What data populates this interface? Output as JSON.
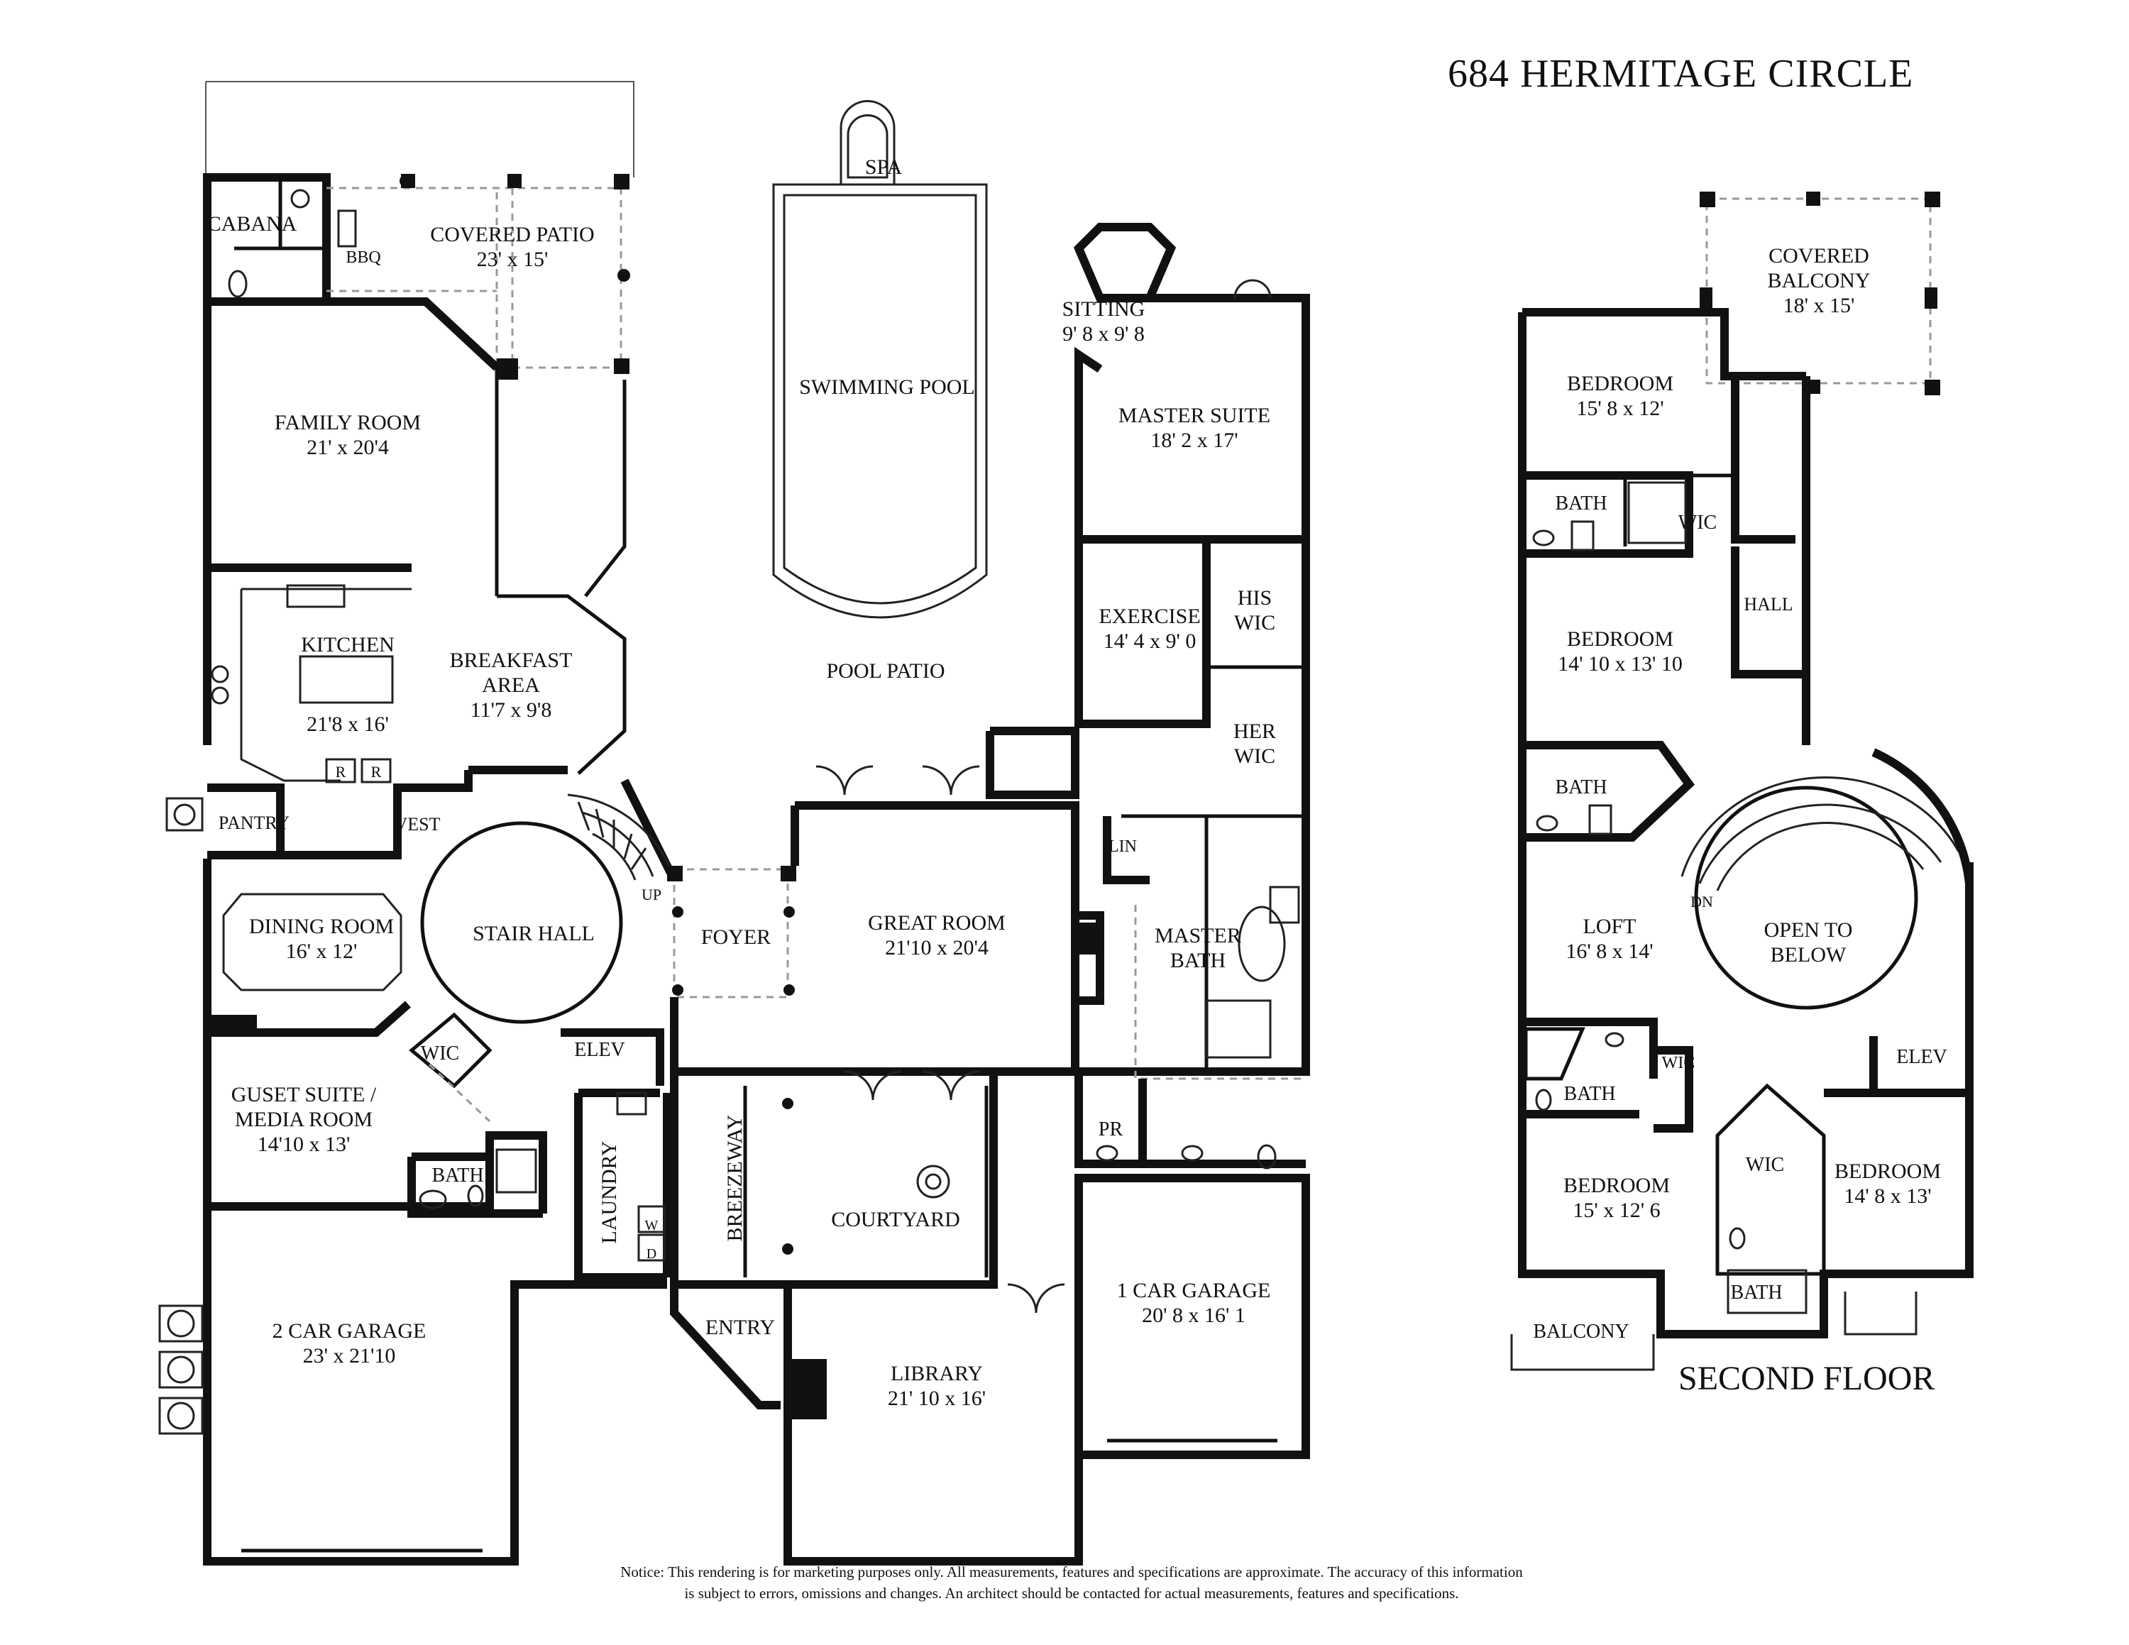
{
  "title": "684 HERMITAGE CIRCLE",
  "second_floor_title": "SECOND FLOOR",
  "notice": {
    "line1": "Notice: This rendering is for marketing purposes only. All measurements, features and specifications are approximate. The accuracy of this information",
    "line2": "is subject to errors, omissions and changes. An architect should be contacted for actual measurements, features and specifications."
  },
  "first_floor": {
    "cabana": "CABANA",
    "bbq": "BBQ",
    "covered_patio": {
      "name": "COVERED PATIO",
      "size": "23' x 15'"
    },
    "spa": "SPA",
    "swimming_pool": "SWIMMING POOL",
    "pool_patio": "POOL PATIO",
    "sitting": {
      "name": "SITTING",
      "size": "9' 8 x 9' 8"
    },
    "master_suite": {
      "name": "MASTER SUITE",
      "size": "18' 2 x 17'"
    },
    "family_room": {
      "name": "FAMILY ROOM",
      "size": "21' x 20'4"
    },
    "kitchen": {
      "name": "KITCHEN",
      "size": "21'8 x 16'"
    },
    "breakfast_area": {
      "name1": "BREAKFAST",
      "name2": "AREA",
      "size": "11'7 x 9'8"
    },
    "exercise": {
      "name": "EXERCISE",
      "size": "14' 4 x 9' 0"
    },
    "his_wic": {
      "line1": "HIS",
      "line2": "WIC"
    },
    "her_wic": {
      "line1": "HER",
      "line2": "WIC"
    },
    "refrigerator_marks": [
      "R",
      "R"
    ],
    "pantry": "PANTRY",
    "vest": "VEST",
    "up": "UP",
    "lin": "LIN",
    "dining_room": {
      "name": "DINING ROOM",
      "size": "16' x 12'"
    },
    "stair_hall": "STAIR HALL",
    "foyer": "FOYER",
    "great_room": {
      "name": "GREAT ROOM",
      "size": "21'10 x 20'4"
    },
    "master_bath": {
      "line1": "MASTER",
      "line2": "BATH"
    },
    "wic": "WIC",
    "elev": "ELEV",
    "guest_suite": {
      "line1": "GUSET SUITE /",
      "line2": "MEDIA ROOM",
      "size": "14'10 x 13'"
    },
    "bath": "BATH",
    "laundry": "LAUNDRY",
    "breezeway": "BREEZEWAY",
    "courtyard": "COURTYARD",
    "pr": "PR",
    "washer": "W",
    "dryer": "D",
    "two_car_garage": {
      "name": "2 CAR GARAGE",
      "size": "23' x 21'10"
    },
    "entry": "ENTRY",
    "library": {
      "name": "LIBRARY",
      "size": "21' 10 x 16'"
    },
    "one_car_garage": {
      "name": "1 CAR GARAGE",
      "size": "20' 8 x 16' 1"
    }
  },
  "second_floor": {
    "covered_balcony": {
      "line1": "COVERED",
      "line2": "BALCONY",
      "size": "18' x 15'"
    },
    "bedroom_1": {
      "name": "BEDROOM",
      "size": "15' 8 x 12'"
    },
    "bath_1": "BATH",
    "wic_1": "WIC",
    "hall": "HALL",
    "bedroom_2": {
      "name": "BEDROOM",
      "size": "14' 10 x 13' 10"
    },
    "bath_2": "BATH",
    "loft": {
      "name": "LOFT",
      "size": "16' 8 x 14'"
    },
    "dn": "DN",
    "open_to_below": {
      "line1": "OPEN TO",
      "line2": "BELOW"
    },
    "bath_3": "BATH",
    "wic_2": "WIC",
    "elev": "ELEV",
    "bedroom_3": {
      "name": "BEDROOM",
      "size": "15'  x 12' 6"
    },
    "wic_3": "WIC",
    "bedroom_4": {
      "name": "BEDROOM",
      "size": "14' 8 x 13'"
    },
    "bath_4": "BATH",
    "balcony": "BALCONY"
  }
}
